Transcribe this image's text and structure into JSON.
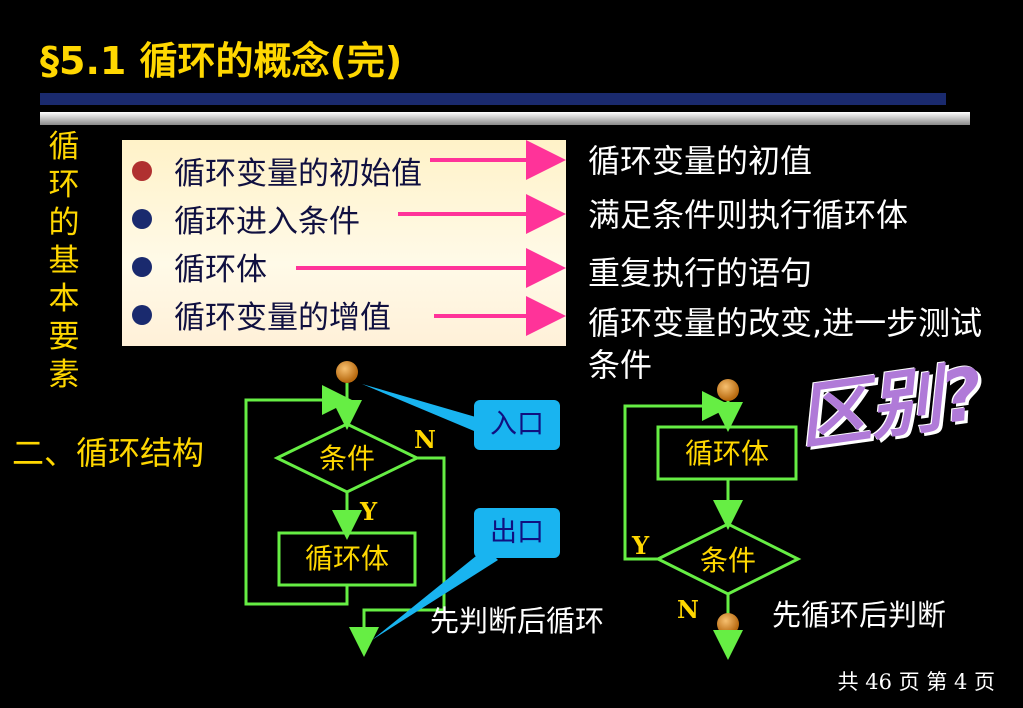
{
  "title": "§5.1  循环的概念(完)",
  "side_label": [
    "循",
    "环",
    "的",
    "基",
    "本",
    "要",
    "素"
  ],
  "elements": [
    {
      "label": "循环变量的初始值",
      "desc": "循环变量的初值",
      "dot_color": "#b03030"
    },
    {
      "label": "循环进入条件",
      "desc": "满足条件则执行循环体",
      "dot_color": "#1a2a6e"
    },
    {
      "label": "循环体",
      "desc": "重复执行的语句",
      "dot_color": "#1a2a6e"
    },
    {
      "label": "循环变量的增值",
      "desc": "循环变量的改变,进一步测试条件",
      "dot_color": "#1a2a6e"
    }
  ],
  "section2": "二、循环结构",
  "flowchart_left": {
    "condition": "条件",
    "body": "循环体",
    "yes": "Y",
    "no": "N",
    "entry": "入口",
    "exit": "出口",
    "caption": "先判断后循环"
  },
  "flowchart_right": {
    "body": "循环体",
    "condition": "条件",
    "yes": "Y",
    "no": "N",
    "caption": "先循环后判断"
  },
  "difference": "区别?",
  "page_info": "共 46 页   第 4 页",
  "colors": {
    "title": "#ffd700",
    "flow_line": "#66ee44",
    "arrow": "#ff3399",
    "callout": "#19b4f0",
    "node": "#d98a2a"
  }
}
